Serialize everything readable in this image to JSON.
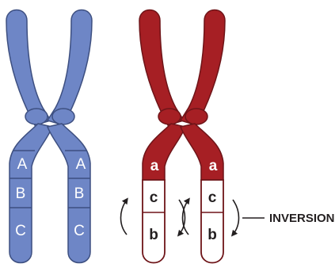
{
  "normal_chromosome": {
    "color": "#6e86c6",
    "outline": "#3d4f80",
    "left_arm_labels": [
      "A",
      "B",
      "C"
    ],
    "right_arm_labels": [
      "A",
      "B",
      "C"
    ]
  },
  "inverted_chromosome": {
    "color": "#a61f24",
    "outline": "#6e1418",
    "fill_segments": "#ffffff",
    "left_arm_labels": [
      "a",
      "c",
      "b"
    ],
    "right_arm_labels": [
      "a",
      "c",
      "b"
    ]
  },
  "callout": {
    "label": "INVERSION"
  },
  "icons": [
    "rotation-arrow-icon"
  ]
}
